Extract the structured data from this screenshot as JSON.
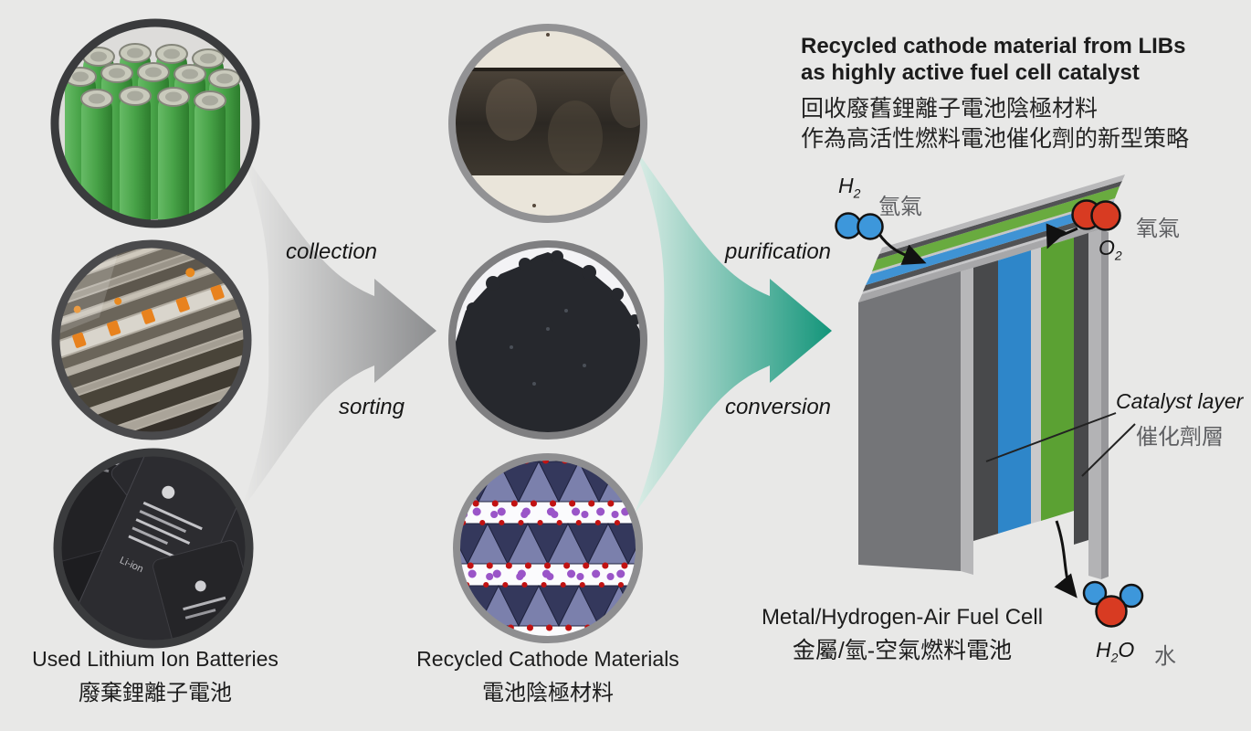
{
  "header": {
    "title_line1": "Recycled cathode material from LIBs",
    "title_line2": "as highly active fuel cell catalyst",
    "subtitle_zh_line1": "回收廢舊鋰離子電池陰極材料",
    "subtitle_zh_line2": "作為高活性燃料電池催化劑的新型策略"
  },
  "stage1": {
    "caption_en": "Used Lithium Ion Batteries",
    "caption_zh": "廢棄鋰離子電池",
    "photos": [
      "cylindrical-cells-photo",
      "battery-sorting-line-photo",
      "phone-batteries-photo"
    ]
  },
  "arrow1": {
    "label_top": "collection",
    "label_bottom": "sorting",
    "color": "#8d8e90"
  },
  "stage2": {
    "caption_en": "Recycled Cathode Materials",
    "caption_zh": "電池陰極材料",
    "photos": [
      "electrode-strip-photo",
      "black-powder-photo",
      "layered-crystal-structure"
    ]
  },
  "arrow2": {
    "label_top": "purification",
    "label_bottom": "conversion",
    "color": "#14957a"
  },
  "fuel_cell": {
    "caption_en": "Metal/Hydrogen-Air Fuel Cell",
    "caption_zh": "金屬/氫-空氣燃料電池",
    "h2": {
      "formula_main": "H",
      "formula_sub": "2",
      "label_zh": "氫氣"
    },
    "o2": {
      "formula_main": "O",
      "formula_sub": "2",
      "label_zh": "氧氣"
    },
    "h2o": {
      "formula_pre": "H",
      "formula_sub": "2",
      "formula_post": "O",
      "label_zh": "水"
    },
    "catalyst": {
      "label_en": "Catalyst layer",
      "label_zh": "催化劑層"
    },
    "colors": {
      "anode_blue": "#2e86c9",
      "cathode_green": "#5ba133",
      "hydrogen_blue": "#3d97db",
      "oxygen_red": "#d83b22"
    }
  }
}
